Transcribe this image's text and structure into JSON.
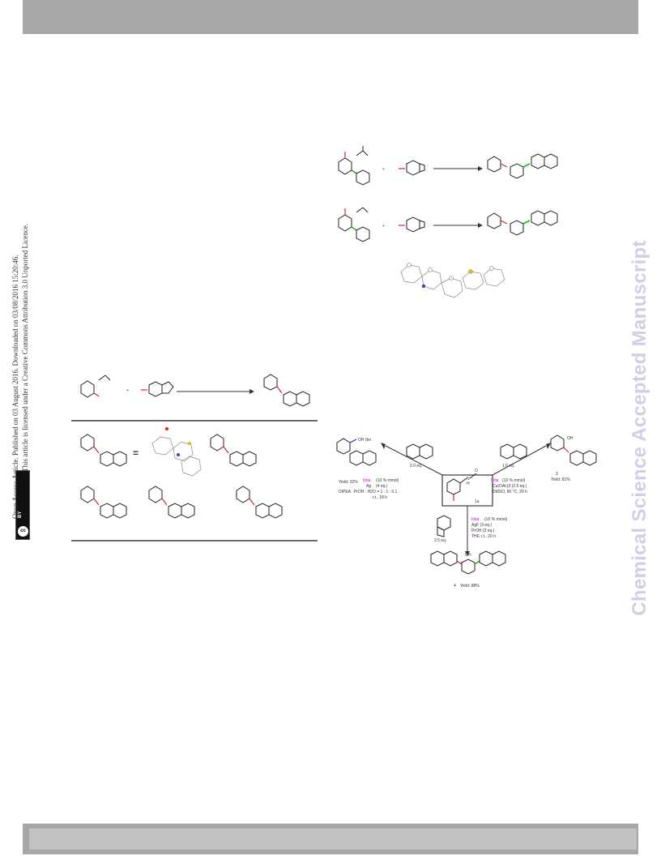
{
  "side_notes": {
    "line1": "Open Access Article. Published on 03 August 2016. Downloaded on 03/08/2016 15:20:46.",
    "line2": "This article is licensed under a Creative Commons Attribution 3.0 Unported Licence.",
    "cc_badge_label": "cc",
    "by_label": "BY"
  },
  "watermark": "Chemical Science Accepted Manuscript",
  "scheme_right": {
    "left": {
      "lines": [
        "Intia",
        "(10 % mmol)",
        "Ag",
        "(4 eq.)",
        "DIPEA : PrOH : H2O = 1 : 1 : 0.1",
        "r.t., 18 h"
      ],
      "reagent_eq": "2.0 eq.",
      "label_num": "",
      "yield": "Yield: 32%",
      "top_label": "OH (bn"
    },
    "right": {
      "reagent_eq": "1.6 eq.",
      "lines": [
        "Intia",
        "(10 % mmol)",
        "Cu(OAc)2 (2.5 eq.)",
        "DMSO, 80 °C, 20 h"
      ],
      "label_num": "3",
      "yield": "Yield: 81%",
      "top_label": "OH"
    },
    "bottom": {
      "reagent_eq": "2.5 eq.",
      "lines": [
        "Intia",
        "(10 % mmol)",
        "AgF (3 eq.)",
        "PrOH (3 eq.)",
        "THF, r.t., 20 h"
      ],
      "label_num": "4",
      "yield": "Yield: 88%",
      "top_label": "OH"
    },
    "center": {
      "amide_o": "O",
      "amide_nh": "N",
      "amide_h": "H",
      "tag": "1a"
    }
  },
  "scheme_top_right": {
    "row1_plus": "+",
    "row2_plus": "+"
  },
  "scheme_left": {
    "top_plus": "+",
    "eq_sign": "="
  }
}
